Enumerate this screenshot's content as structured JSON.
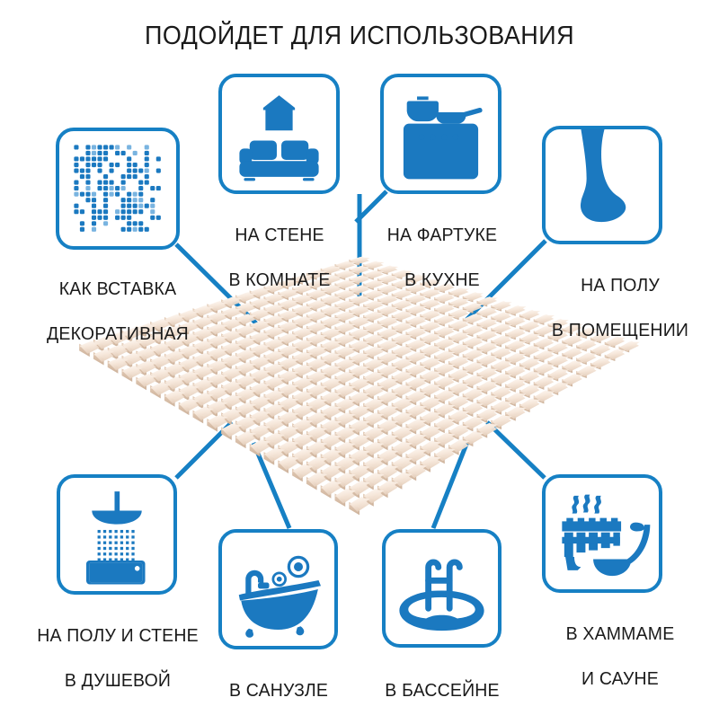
{
  "page": {
    "title": "ПОДОЙДЕТ ДЛЯ ИСПОЛЬЗОВАНИЯ",
    "background_color": "#ffffff",
    "accent_color": "#1680c4",
    "text_color": "#1a1a1a"
  },
  "product": {
    "name": "mosaic-tile-sheet",
    "description": "Лист мозаики",
    "tile_color": "#f3e3d6",
    "tile_highlight": "#fdf7f2",
    "tile_shadow": "#d9c2ad",
    "grid_cols": 20,
    "grid_rows": 20
  },
  "items": [
    {
      "id": "decorative-insert",
      "icon": "mosaic-pattern-icon",
      "caption": "КАК ВСТАВКА\nДЕКОРАТИВНАЯ",
      "caption_line1": "КАК ВСТАВКА",
      "caption_line2": "ДЕКОРАТИВНАЯ"
    },
    {
      "id": "room-wall",
      "icon": "sofa-icon",
      "caption": "НА СТЕНЕ\nВ КОМНАТЕ",
      "caption_line1": "НА СТЕНЕ",
      "caption_line2": "В КОМНАТЕ"
    },
    {
      "id": "kitchen-backsplash",
      "icon": "stove-icon",
      "caption": "НА ФАРТУКЕ\nВ КУХНЕ",
      "caption_line1": "НА ФАРТУКЕ",
      "caption_line2": "В КУХНЕ"
    },
    {
      "id": "indoor-floor",
      "icon": "bare-foot-icon",
      "caption": "НА ПОЛУ\nВ ПОМЕЩЕНИИ",
      "caption_line1": "НА ПОЛУ",
      "caption_line2": "В ПОМЕЩЕНИИ"
    },
    {
      "id": "shower-floor-wall",
      "icon": "shower-icon",
      "caption": "НА ПОЛУ И СТЕНЕ\nВ ДУШЕВОЙ",
      "caption_line1": "НА ПОЛУ И СТЕНЕ",
      "caption_line2": "В ДУШЕВОЙ"
    },
    {
      "id": "bathroom",
      "icon": "bathtub-icon",
      "caption": "В САНУЗЛЕ",
      "caption_line1": "В САНУЗЛЕ",
      "caption_line2": ""
    },
    {
      "id": "swimming-pool",
      "icon": "pool-icon",
      "caption": "В БАССЕЙНЕ",
      "caption_line1": "В БАССЕЙНЕ",
      "caption_line2": ""
    },
    {
      "id": "hammam-sauna",
      "icon": "sauna-bucket-icon",
      "caption": "В ХАММАМЕ\nИ САУНЕ",
      "caption_line1": "В ХАММАМЕ",
      "caption_line2": "И САУНЕ"
    }
  ]
}
